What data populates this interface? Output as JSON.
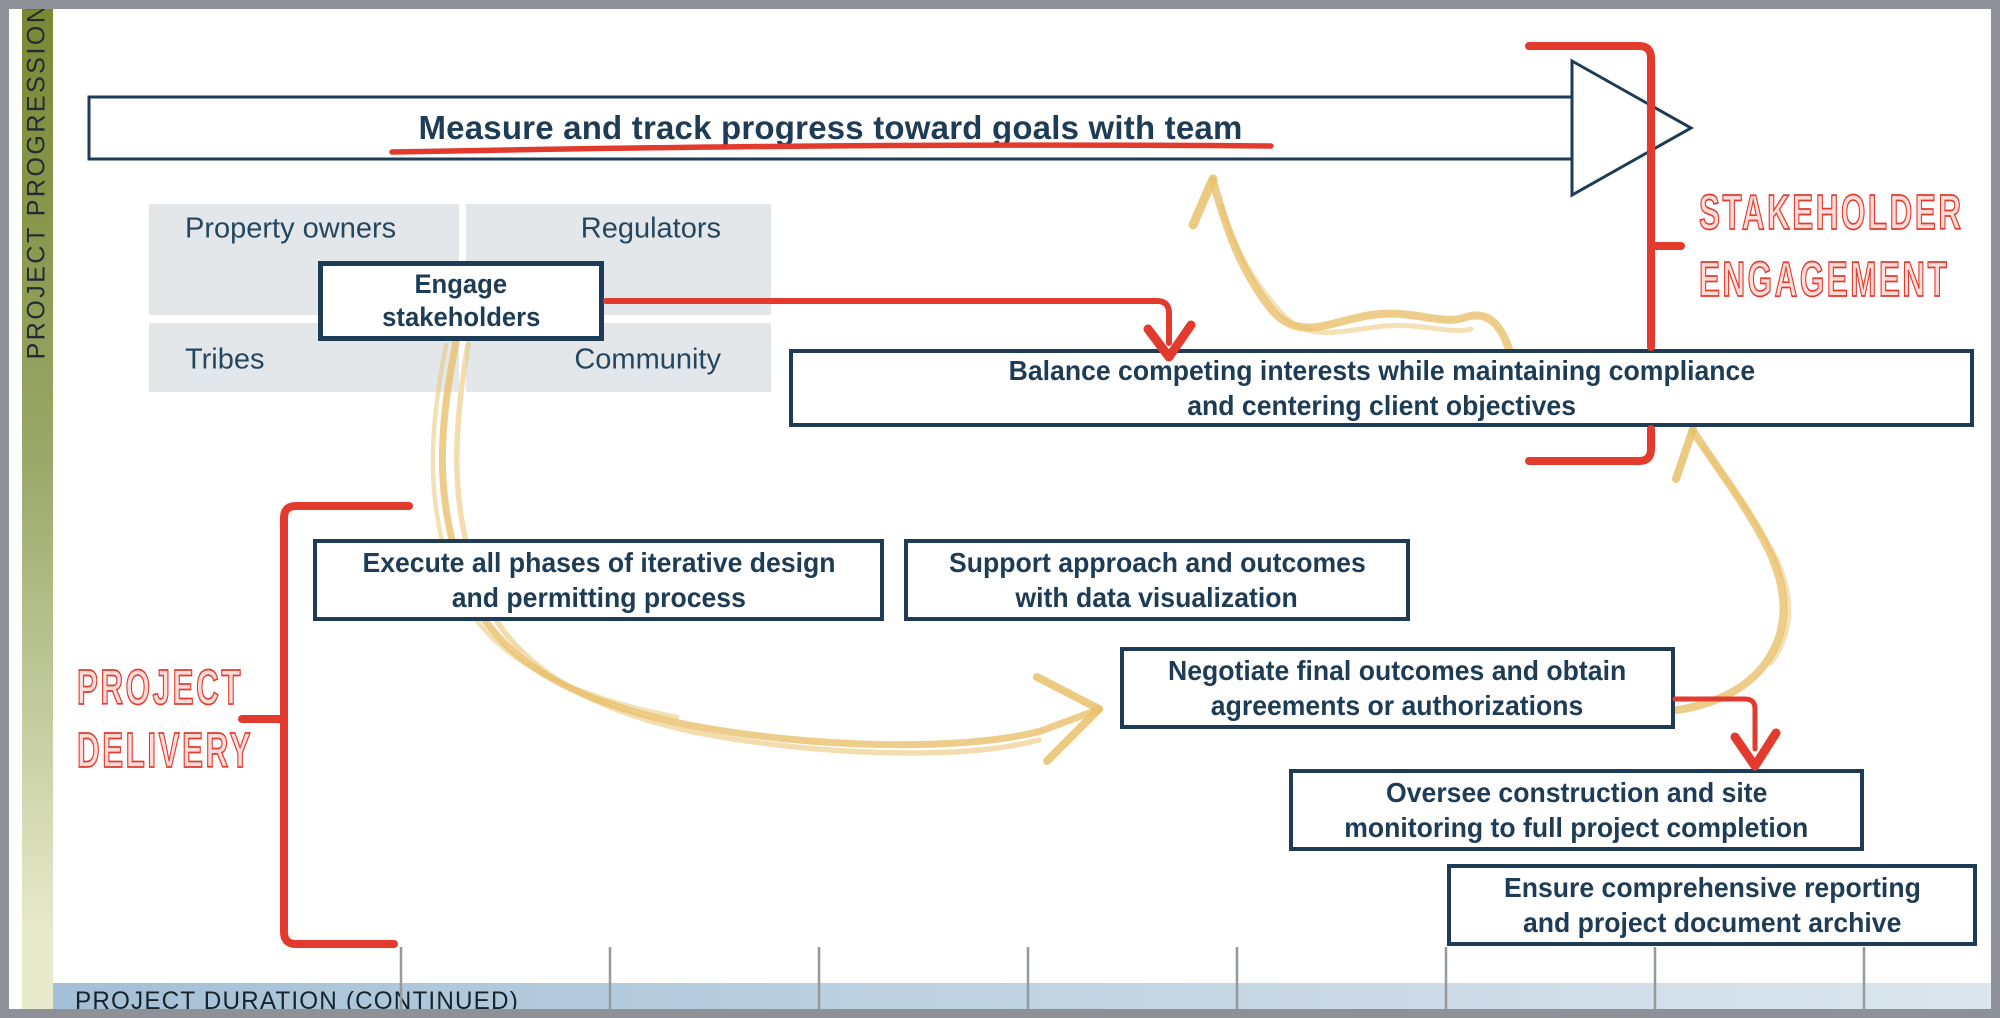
{
  "colors": {
    "accent_red": "#e23b2e",
    "navy": "#1e3c55",
    "text_navy": "#24465f",
    "cell_gray": "#e3e7ea",
    "crayon_yellow": "#e9c16b",
    "olive_top": "#7a8834",
    "olive_mid": "#9aa869",
    "olive_bottom": "#e7eacb",
    "bar_blue": "#a4c0d6",
    "bar_blue_light": "#dce6ee",
    "frame_gray": "#8e9298"
  },
  "sidebar": {
    "label": "PROJECT PROGRESSION"
  },
  "timeline": {
    "label": "PROJECT DURATION (CONTINUED)",
    "tick_count": 8
  },
  "top_arrow": {
    "label": "Measure and track progress toward goals with team"
  },
  "stakeholders": [
    "Property owners",
    "Regulators",
    "Tribes",
    "Community"
  ],
  "boxes": {
    "engage": {
      "line1": "Engage",
      "line2": "stakeholders"
    },
    "balance": {
      "line1": "Balance competing interests while maintaining compliance",
      "line2": "and centering client objectives"
    },
    "execute": {
      "line1": "Execute all phases of iterative design",
      "line2": "and permitting process"
    },
    "support": {
      "line1": "Support approach and outcomes",
      "line2": "with data visualization"
    },
    "negotiate": {
      "line1": "Negotiate final outcomes and obtain",
      "line2": "agreements or authorizations"
    },
    "oversee": {
      "line1": "Oversee construction and site",
      "line2": "monitoring to full project completion"
    },
    "ensure": {
      "line1": "Ensure comprehensive reporting",
      "line2": "and project document archive"
    }
  },
  "section_labels": {
    "stakeholder_engagement": {
      "line1": "STAKEHOLDER",
      "line2": "ENGAGEMENT"
    },
    "project_delivery": {
      "line1": "PROJECT",
      "line2": "DELIVERY"
    }
  }
}
